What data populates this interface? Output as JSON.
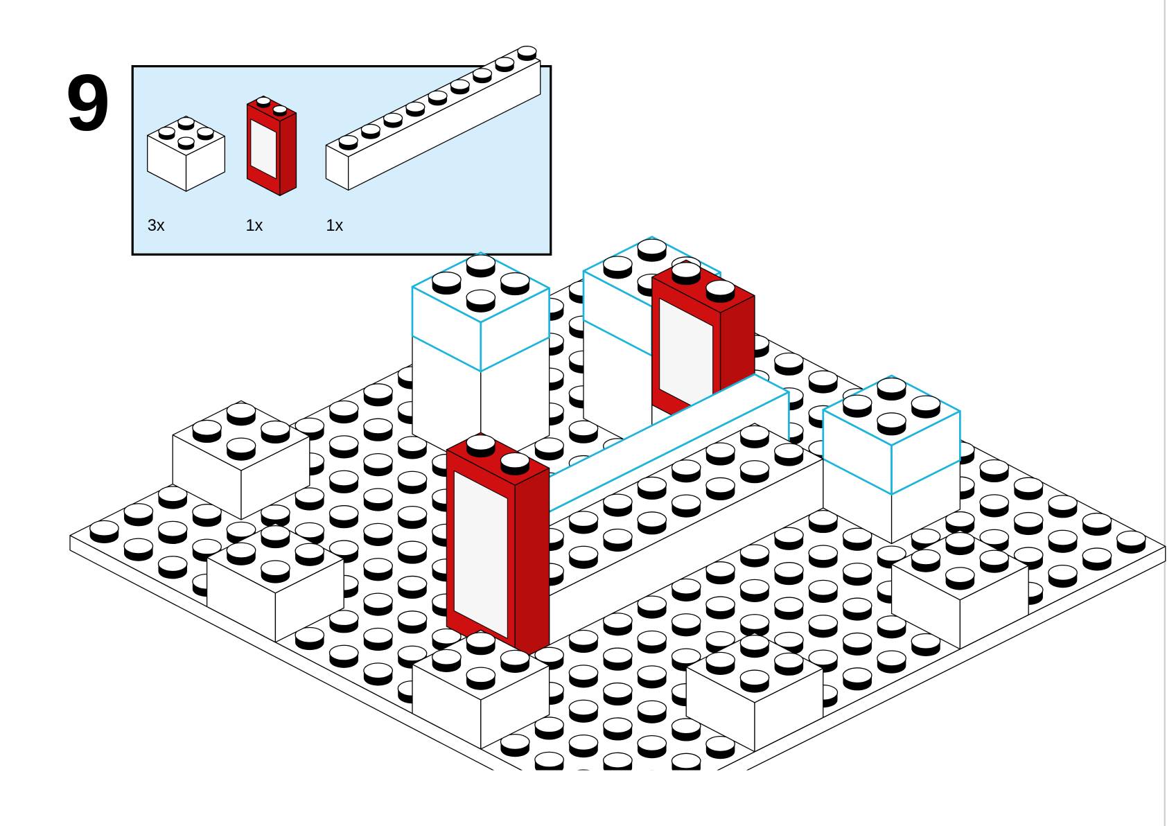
{
  "step": {
    "number": "9"
  },
  "parts_callout": {
    "parts": [
      {
        "icon": "brick-2x2-icon",
        "color": "white",
        "count": "3x"
      },
      {
        "icon": "window-1x2x2-icon",
        "color": "red",
        "count": "1x"
      },
      {
        "icon": "brick-1x10-icon",
        "color": "white",
        "count": "1x"
      }
    ]
  },
  "colors": {
    "callout_bg": "#d6edfb",
    "brick_white": "#ffffff",
    "brick_red": "#d01010",
    "highlight": "#1ab4dc",
    "outline": "#000000"
  }
}
